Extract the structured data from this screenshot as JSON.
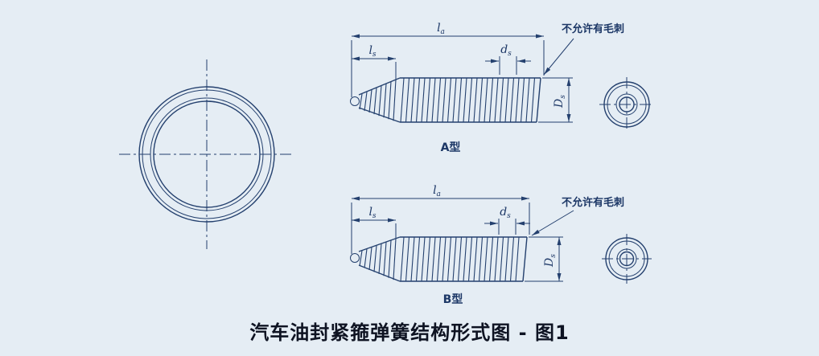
{
  "colors": {
    "background": "#e5edf4",
    "line": "#24406e",
    "label_text": "#1c3766",
    "caption_text": "#0e1322"
  },
  "caption": "汽车油封紧箍弹簧结构形式图 - 图1",
  "notes": {
    "no_burr": "不允许有毛刺"
  },
  "views": {
    "type_a_label": "A型",
    "type_b_label": "B型"
  },
  "symbols": {
    "overall_length": {
      "base": "l",
      "sub": "a"
    },
    "end_length": {
      "base": "l",
      "sub": "s"
    },
    "wire_diameter": {
      "base": "d",
      "sub": "s"
    },
    "coil_outer_diameter": {
      "base": "D",
      "sub": "s"
    }
  }
}
